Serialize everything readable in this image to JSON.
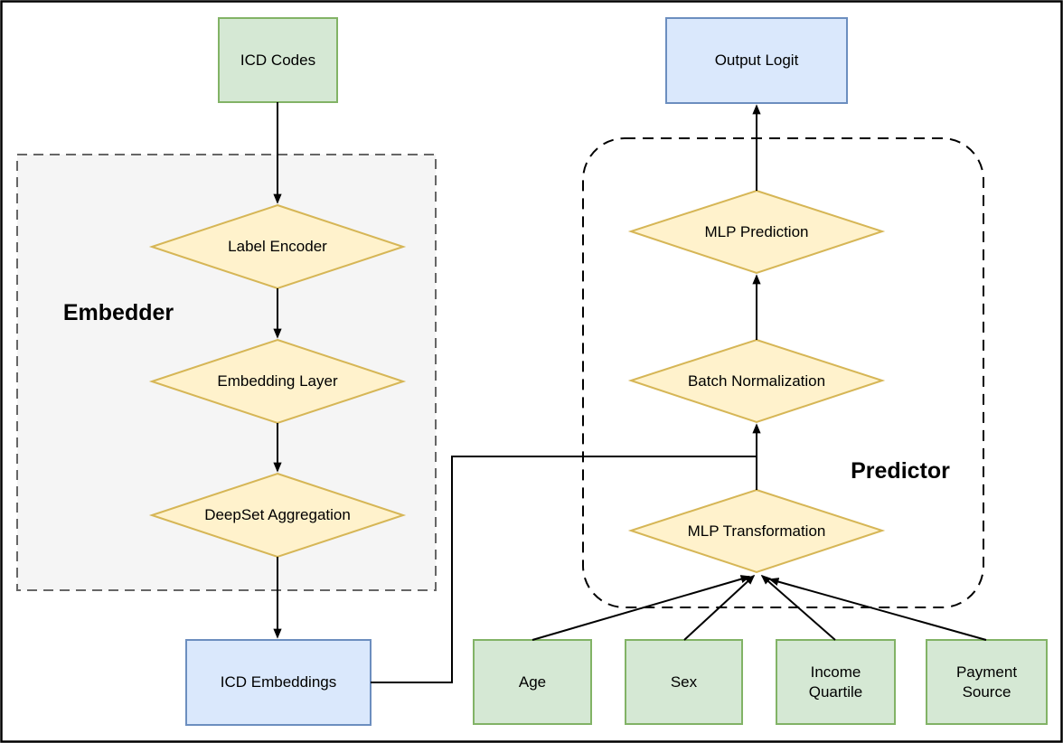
{
  "diagram": {
    "type": "flowchart",
    "groups": {
      "embedder": {
        "label": "Embedder"
      },
      "predictor": {
        "label": "Predictor"
      }
    },
    "nodes": {
      "icd_codes": {
        "label": "ICD Codes",
        "shape": "rectangle",
        "palette": "green"
      },
      "label_encoder": {
        "label": "Label Encoder",
        "shape": "diamond",
        "palette": "yellow"
      },
      "embedding_layer": {
        "label": "Embedding Layer",
        "shape": "diamond",
        "palette": "yellow"
      },
      "deepset_aggregation": {
        "label": "DeepSet Aggregation",
        "shape": "diamond",
        "palette": "yellow"
      },
      "icd_embeddings": {
        "label": "ICD Embeddings",
        "shape": "rectangle",
        "palette": "blue"
      },
      "output_logit": {
        "label": "Output Logit",
        "shape": "rectangle",
        "palette": "blue"
      },
      "mlp_prediction": {
        "label": "MLP Prediction",
        "shape": "diamond",
        "palette": "yellow"
      },
      "batch_normalization": {
        "label": "Batch Normalization",
        "shape": "diamond",
        "palette": "yellow"
      },
      "mlp_transformation": {
        "label": "MLP Transformation",
        "shape": "diamond",
        "palette": "yellow"
      },
      "age": {
        "label": "Age",
        "shape": "rectangle",
        "palette": "green"
      },
      "sex": {
        "label": "Sex",
        "shape": "rectangle",
        "palette": "green"
      },
      "income_quartile": {
        "label": "Income Quartile",
        "shape": "rectangle",
        "palette": "green"
      },
      "payment_source": {
        "label": "Payment Source",
        "shape": "rectangle",
        "palette": "green"
      }
    },
    "edges": [
      {
        "from": "ICD Codes",
        "to": "Label Encoder"
      },
      {
        "from": "Label Encoder",
        "to": "Embedding Layer"
      },
      {
        "from": "Embedding Layer",
        "to": "DeepSet Aggregation"
      },
      {
        "from": "DeepSet Aggregation",
        "to": "ICD Embeddings"
      },
      {
        "from": "ICD Embeddings",
        "to": "Batch Normalization"
      },
      {
        "from": "MLP Transformation",
        "to": "Batch Normalization"
      },
      {
        "from": "Batch Normalization",
        "to": "MLP Prediction"
      },
      {
        "from": "MLP Prediction",
        "to": "Output Logit"
      },
      {
        "from": "Age",
        "to": "MLP Transformation"
      },
      {
        "from": "Sex",
        "to": "MLP Transformation"
      },
      {
        "from": "Income Quartile",
        "to": "MLP Transformation"
      },
      {
        "from": "Payment Source",
        "to": "MLP Transformation"
      }
    ],
    "colors": {
      "green_fill": "#d5e8d4",
      "green_border": "#82b366",
      "blue_fill": "#dae8fc",
      "blue_border": "#6c8ebf",
      "yellow_fill": "#fff2cc",
      "yellow_border": "#d6b656",
      "embedder_fill": "#f5f5f5",
      "embedder_border": "#666666",
      "edge_color": "#000000",
      "frame_color": "#000000",
      "background": "#ffffff"
    }
  }
}
